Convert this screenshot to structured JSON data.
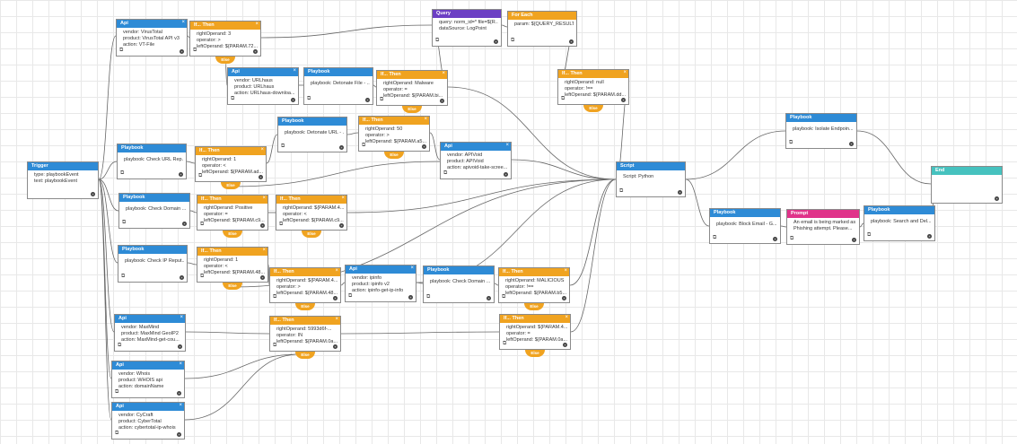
{
  "icons": {
    "copy": "copy-icon",
    "add": "add-icon",
    "close": "close-icon"
  },
  "colors": {
    "api": "#2e8bd6",
    "playbook": "#2e8bd6",
    "condition": "#f0a320",
    "query": "#6c3fc4",
    "prompt": "#e0338a",
    "end": "#46c2bf"
  },
  "else_label": "Else",
  "nodes": {
    "trigger": {
      "title": "Trigger",
      "lines": [
        "type: playbookEvent",
        "text: playbookEvent"
      ]
    },
    "api_vt": {
      "title": "Api",
      "lines": [
        "vendor: VirusTotal",
        "product: VirusTotal API v3",
        "action: VT-File"
      ]
    },
    "cond_vt": {
      "title": "If... Then",
      "lines": [
        "rightOperand: 3",
        "operator: >",
        "leftOperand: ${PARAM.72..."
      ]
    },
    "query": {
      "title": "Query",
      "lines": [
        "query: norm_id=* file=${R...",
        "dataSource: LogPoint"
      ]
    },
    "foreach": {
      "title": "For Each",
      "lines": [
        "param: ${QUERY_RESULT..."
      ]
    },
    "api_urlhaus": {
      "title": "Api",
      "lines": [
        "vendor: URLhaus",
        "product: URLhaus",
        "action: URLhaus-downloa..."
      ]
    },
    "pb_detonate_file": {
      "title": "Playbook",
      "lines": [
        "playbook: Detonate File - ..."
      ]
    },
    "cond_malware": {
      "title": "If... Then",
      "lines": [
        "rightOperand: Malware",
        "operator: =",
        "leftOperand: ${PARAM.bi..."
      ]
    },
    "cond_null": {
      "title": "If... Then",
      "lines": [
        "rightOperand: null",
        "operator: !==",
        "leftOperand: ${PARAM.dd..."
      ]
    },
    "pb_detonate_url": {
      "title": "Playbook",
      "lines": [
        "playbook: Detonate URL - ..."
      ]
    },
    "cond_50": {
      "title": "If... Then",
      "lines": [
        "rightOperand: 50",
        "operator: >",
        "leftOperand: ${PARAM.a5..."
      ]
    },
    "api_apivoid": {
      "title": "Api",
      "lines": [
        "vendor: APIVoid",
        "product: APIVoid",
        "action: apivoid-take-scree..."
      ]
    },
    "pb_check_url": {
      "title": "Playbook",
      "lines": [
        "playbook: Check URL Rep..."
      ]
    },
    "cond_url": {
      "title": "If... Then",
      "lines": [
        "rightOperand: 1",
        "operator: <",
        "leftOperand: ${PARAM.ad..."
      ]
    },
    "script": {
      "title": "Script",
      "lines": [
        "Script: Python"
      ]
    },
    "pb_isolate": {
      "title": "Playbook",
      "lines": [
        "playbook: Isolate Endpoin..."
      ]
    },
    "end": {
      "title": "End",
      "lines": []
    },
    "pb_check_domain": {
      "title": "Playbook",
      "lines": [
        "playbook: Check Domain ..."
      ]
    },
    "cond_positive": {
      "title": "If... Then",
      "lines": [
        "rightOperand: Positive",
        "operator: =",
        "leftOperand: ${PARAM.c9..."
      ]
    },
    "cond_param4": {
      "title": "If... Then",
      "lines": [
        "rightOperand: ${PARAM.4...",
        "operator: <",
        "leftOperand: ${PARAM.c9..."
      ]
    },
    "pb_block_email": {
      "title": "Playbook",
      "lines": [
        "playbook: Block Email - G..."
      ]
    },
    "prompt": {
      "title": "Prompt",
      "lines": [
        "An email is being marked as a",
        "Phishing attempt. Please..."
      ]
    },
    "pb_search_delete": {
      "title": "Playbook",
      "lines": [
        "playbook: Search and Del..."
      ]
    },
    "pb_check_ip": {
      "title": "Playbook",
      "lines": [
        "playbook: Check IP Reput..."
      ]
    },
    "cond_ip": {
      "title": "If... Then",
      "lines": [
        "rightOperand: 1",
        "operator: <",
        "leftOperand: ${PARAM.48..."
      ]
    },
    "cond_ip2": {
      "title": "If... Then",
      "lines": [
        "rightOperand: ${PARAM.4...",
        "operator: >",
        "leftOperand: ${PARAM.48..."
      ]
    },
    "api_ipinfo": {
      "title": "Api",
      "lines": [
        "vendor: ipinfo",
        "product: ipinfo v2",
        "action: ipinfo-get-ip-info"
      ]
    },
    "pb_check_domain2": {
      "title": "Playbook",
      "lines": [
        "playbook: Check Domain ..."
      ]
    },
    "cond_malicious": {
      "title": "If... Then",
      "lines": [
        "rightOperand: MALICIOUS",
        "operator: !==",
        "leftOperand: ${PARAM.b5..."
      ]
    },
    "api_maxmind": {
      "title": "Api",
      "lines": [
        "vendor: MaxMind",
        "product: MaxMind GeoIP2",
        "action: MaxMind-get-cou..."
      ]
    },
    "cond_in": {
      "title": "If... Then",
      "lines": [
        "rightOperand: 5993d6f-...",
        "operator: IN",
        "leftOperand: ${PARAM.0a..."
      ]
    },
    "cond_param_b": {
      "title": "If... Then",
      "lines": [
        "rightOperand: ${PARAM.4...",
        "operator: =",
        "leftOperand: ${PARAM.0a..."
      ]
    },
    "api_whois": {
      "title": "Api",
      "lines": [
        "vendor: Whois",
        "product: WHOIS api",
        "action: domainName"
      ]
    },
    "api_cycraft": {
      "title": "Api",
      "lines": [
        "vendor: CyCraft",
        "product: CyberTotal",
        "action: cybertotal-ip-whois"
      ]
    }
  }
}
